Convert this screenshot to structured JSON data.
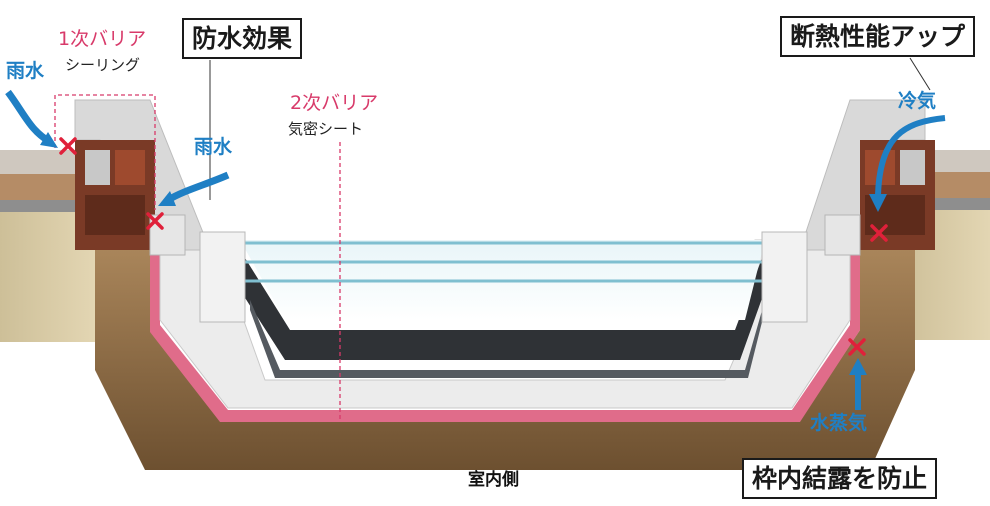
{
  "title": "防水効果",
  "right_title": "断熱性能アップ",
  "bottom_title": "枠内結露を防止",
  "interior_label": "室内側",
  "barrier1": {
    "title": "1次バリア",
    "sub": "シーリング"
  },
  "barrier2": {
    "title": "2次バリア",
    "sub": "気密シート"
  },
  "rain_outer": "雨水",
  "rain_inner": "雨水",
  "cold_air": "冷気",
  "vapor": "水蒸気",
  "colors": {
    "barrier_accent": "#d83a6a",
    "flow_arrow": "#1f7fc4",
    "airtight_sheet": "#e06c8a",
    "wood": "#8b6a45",
    "frame": "#e9e9e9",
    "glass": "#b9dde8"
  },
  "icons": [
    "cross-mark-icon",
    "curved-arrow-icon",
    "down-arrow-icon",
    "up-arrow-icon"
  ]
}
